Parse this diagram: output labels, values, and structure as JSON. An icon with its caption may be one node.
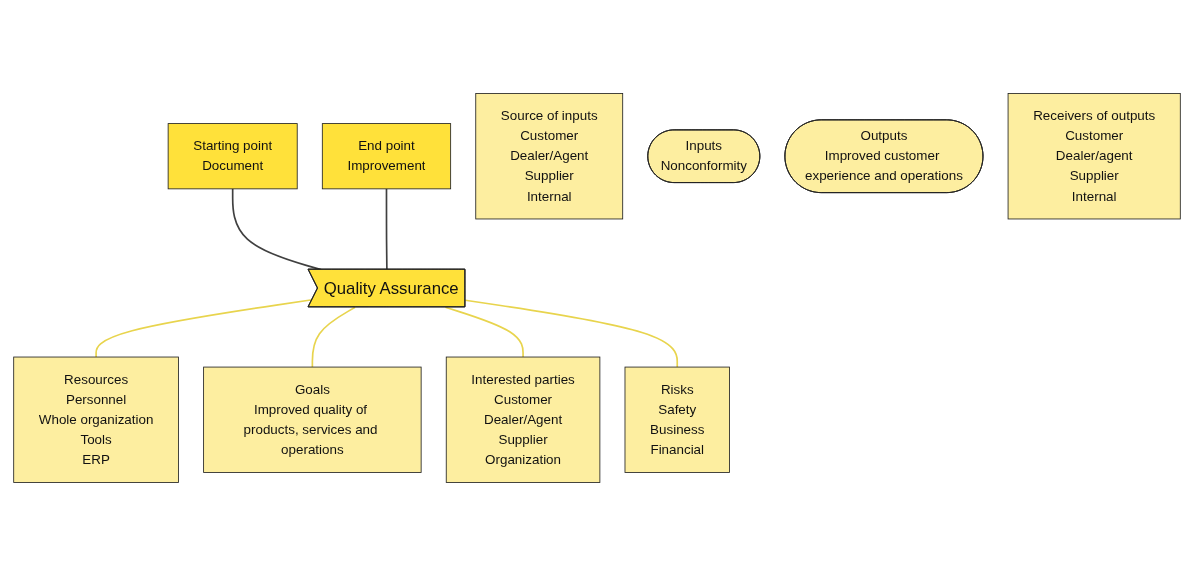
{
  "diagram": {
    "nodes": [
      {
        "text": [
          "Starting point",
          "Document"
        ]
      },
      {
        "text": [
          "End point",
          "Improvement"
        ]
      },
      {
        "text": [
          "Source of inputs",
          "Customer",
          "Dealer/Agent",
          "Supplier",
          "Internal"
        ]
      },
      {
        "text": [
          "Inputs",
          "Nonconformity"
        ]
      },
      {
        "text": [
          "Quality Assurance"
        ]
      },
      {
        "text": [
          "Outputs",
          "Improved customer experience and operations"
        ]
      },
      {
        "text": [
          "Receivers of outputs",
          "Customer",
          "Dealer/agent",
          "Supplier",
          "Internal"
        ]
      },
      {
        "text": [
          "Resources",
          "Personnel",
          "Whole organization",
          "Tools",
          "ERP"
        ]
      },
      {
        "text": [
          "Goals",
          "Improved quality of products, services and operations"
        ]
      },
      {
        "text": [
          "Interested parties",
          "Customer",
          "Dealer/Agent",
          "Supplier",
          "Organization"
        ]
      },
      {
        "text": [
          "Risks",
          "Safety",
          "Business",
          "Financial"
        ]
      }
    ],
    "edges": [
      {
        "from": 0,
        "to": 4,
        "arrow": "none",
        "color": "#404040"
      },
      {
        "from": 1,
        "to": 4,
        "arrow": "none",
        "color": "#404040"
      },
      {
        "from": 4,
        "to": 7,
        "arrow": "none"
      },
      {
        "from": 4,
        "to": 8,
        "arrow": "none"
      },
      {
        "from": 4,
        "to": 9,
        "arrow": "none"
      },
      {
        "from": 4,
        "to": 10,
        "arrow": "none"
      }
    ]
  }
}
